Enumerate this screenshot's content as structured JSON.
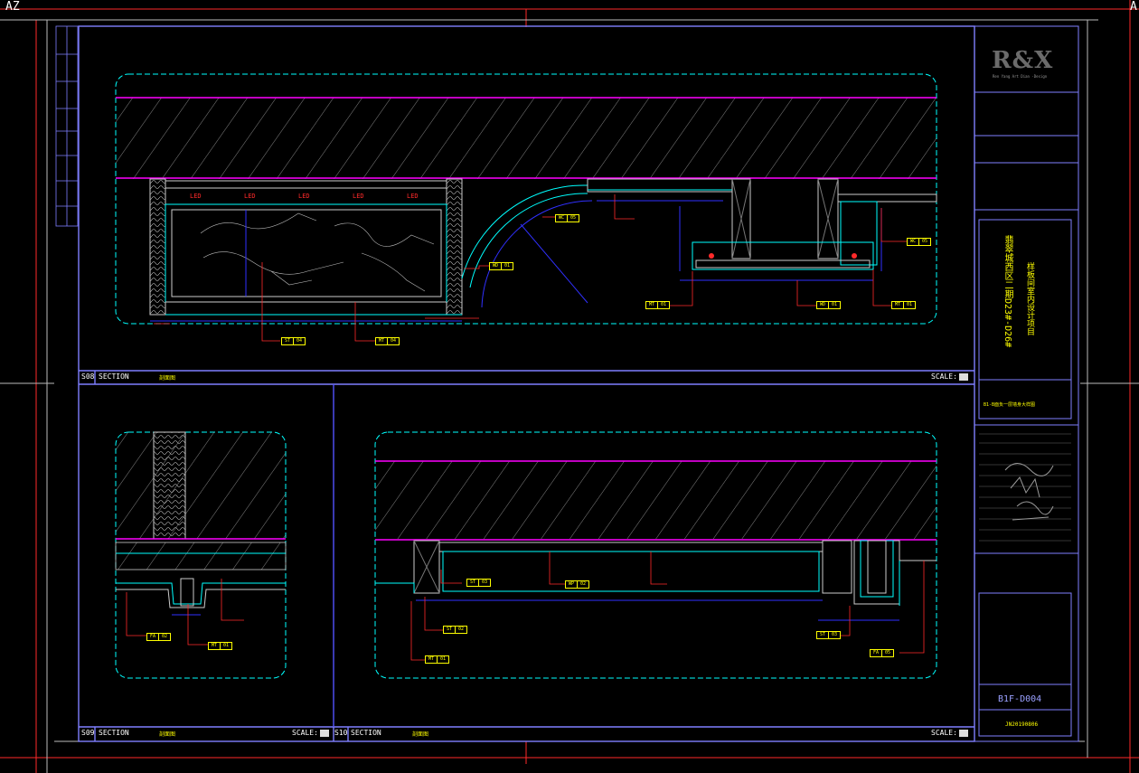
{
  "sheet_corner_labels": {
    "top_left": "AZ",
    "top_right": "A"
  },
  "title_block": {
    "logo": "R&X",
    "logo_sub": "Ren Yang Art Dian ·Design",
    "drawing_number": "B1F-D004",
    "project_number": "JN20190806",
    "project_name_line1": "翡翠城西区二期D23#-D26#",
    "project_name_line2": "样板间室内设计项目",
    "drawing_title": "B1-B面负一层墙身大样图"
  },
  "sections": [
    {
      "number": "S08",
      "label": "SECTION",
      "subtitle": "剖面图",
      "scale_label": "SCALE:"
    },
    {
      "number": "S09",
      "label": "SECTION",
      "subtitle": "剖面图",
      "scale_label": "SCALE:"
    },
    {
      "number": "S10",
      "label": "SECTION",
      "subtitle": "剖面图",
      "scale_label": "SCALE:"
    }
  ],
  "led_labels": [
    "LED",
    "LED",
    "LED",
    "LED",
    "LED"
  ],
  "material_tags": [
    {
      "code": "ST",
      "num": "04"
    },
    {
      "code": "MT",
      "num": "04"
    },
    {
      "code": "WC",
      "num": "05"
    },
    {
      "code": "WD",
      "num": "01"
    },
    {
      "code": "MT",
      "num": "01"
    },
    {
      "code": "WD",
      "num": "01"
    },
    {
      "code": "MT",
      "num": "01"
    },
    {
      "code": "WC",
      "num": "05"
    },
    {
      "code": "FA",
      "num": "02"
    },
    {
      "code": "MT",
      "num": "01"
    },
    {
      "code": "ST",
      "num": "03"
    },
    {
      "code": "WP",
      "num": "02"
    },
    {
      "code": "ST",
      "num": "02"
    },
    {
      "code": "MT",
      "num": "01"
    },
    {
      "code": "ST",
      "num": "03"
    },
    {
      "code": "FA",
      "num": "05"
    }
  ],
  "colors": {
    "frame": "#7f7fff",
    "cyan": "#00ffff",
    "magenta": "#ff00ff",
    "yellow": "#ffff00",
    "red": "#ff2a2a",
    "blue": "#3030ff",
    "grid": "#6a6a6a"
  }
}
